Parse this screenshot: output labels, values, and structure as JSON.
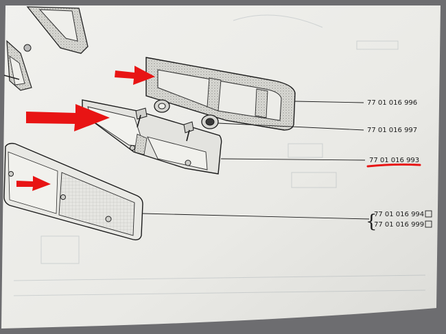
{
  "parts": {
    "bezel": {
      "number": "77 01 016 996"
    },
    "nut": {
      "number": "77 01 016 997"
    },
    "lamp_body": {
      "number": "77 01 016 993"
    },
    "lens_a": {
      "number": "77 01 016 994"
    },
    "lens_b": {
      "number": "77 01 016 999"
    }
  },
  "colors": {
    "arrow": "#e81414",
    "underline": "#e81414",
    "paper": "#eeeeea",
    "ink": "#1a1a1a"
  },
  "icons": [
    "red-arrow",
    "bracket"
  ]
}
